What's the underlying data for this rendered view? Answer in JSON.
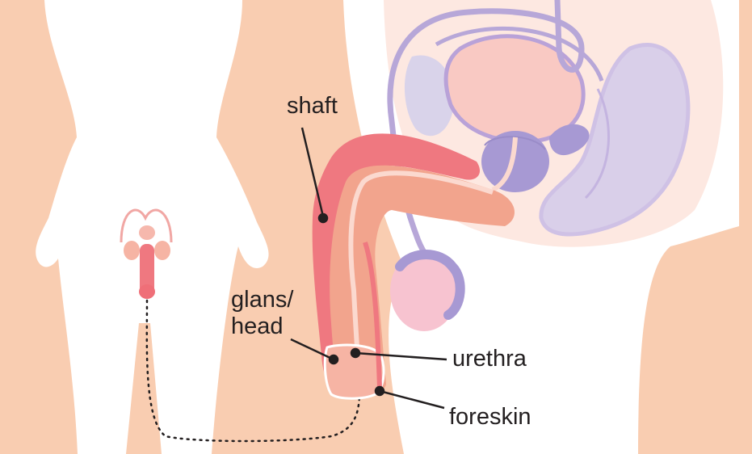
{
  "colors": {
    "background": "#f9cdb1",
    "body": "#ffffff",
    "pelvis": "#fde8e1",
    "shaft_outer": "#ef7880",
    "shaft_inner": "#f2a48d",
    "glans": "#f6b4a4",
    "urethra": "#fbd9cf",
    "vas": "#b7a7d8",
    "bladder": "#f9c9c3",
    "prostate": "#a799d3",
    "rectum": "#d9cfe9",
    "text": "#231f20"
  },
  "labels": {
    "shaft": "shaft",
    "glans_line1": "glans/",
    "glans_line2": "head",
    "urethra": "urethra",
    "foreskin": "foreskin"
  },
  "icons": {
    "body_silhouette": "human-body-silhouette",
    "reproductive_system_small": "male-reproductive-system-icon"
  }
}
